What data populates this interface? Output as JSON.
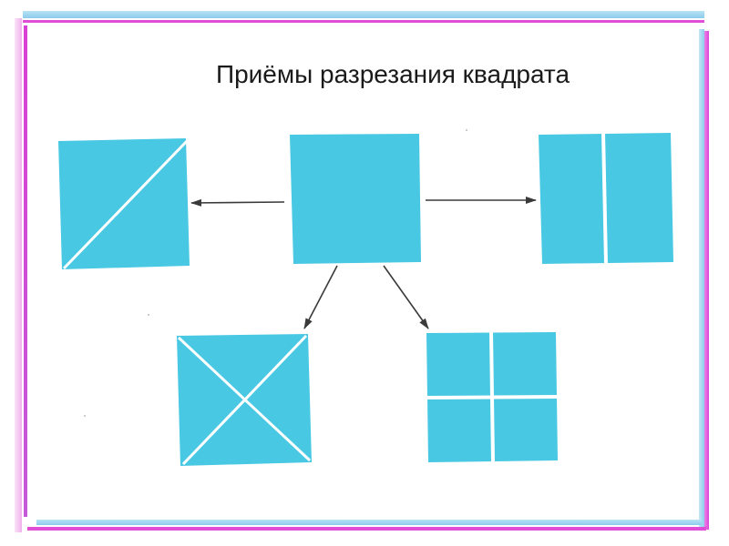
{
  "title": "Приёмы разрезания квадрата",
  "colors": {
    "paper": "#48c8e2",
    "cut_line": "#ffffff",
    "arrow": "#3a3a3a",
    "frame_blue": "#9fd5ef",
    "frame_magenta": "#e04ed8",
    "frame_pink": "#f3b6ee"
  },
  "shapes": [
    {
      "name": "source-square",
      "cut": "none"
    },
    {
      "name": "square-cut-diagonal",
      "cut": "one diagonal"
    },
    {
      "name": "square-cut-vertical-halves",
      "cut": "vertical halves"
    },
    {
      "name": "square-cut-both-diagonals",
      "cut": "two diagonals"
    },
    {
      "name": "square-cut-quarters",
      "cut": "quarters"
    }
  ]
}
